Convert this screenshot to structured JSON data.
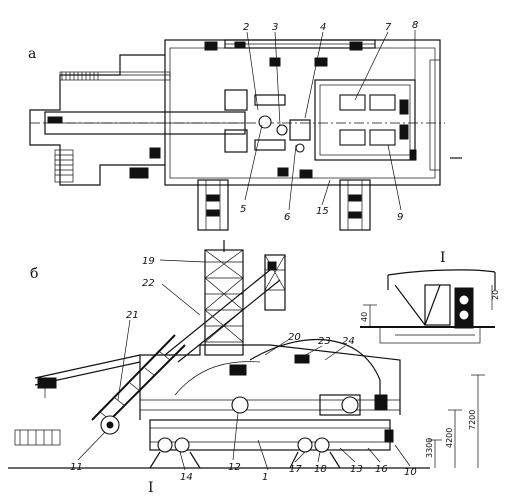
{
  "views": {
    "a": "а",
    "b": "б",
    "detail": "I"
  },
  "labels_top": [
    "2",
    "3",
    "4",
    "7",
    "8",
    "5",
    "6",
    "15",
    "9"
  ],
  "labels_bottom": [
    "19",
    "22",
    "21",
    "20",
    "23",
    "24",
    "11",
    "14",
    "I",
    "12",
    "1",
    "17",
    "18",
    "13",
    "16",
    "10"
  ],
  "dimensions": [
    "3300",
    "4200",
    "7200",
    "40",
    "20"
  ]
}
